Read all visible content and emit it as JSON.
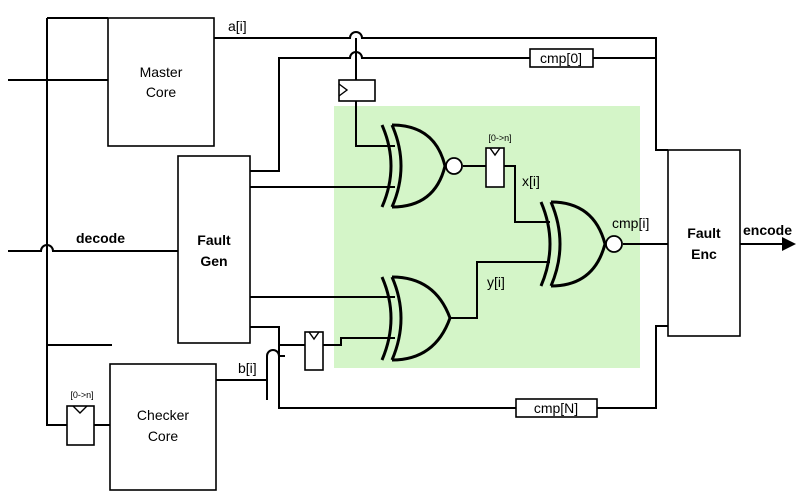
{
  "blocks": {
    "master_core": {
      "line1": "Master",
      "line2": "Core"
    },
    "fault_gen": {
      "line1": "Fault",
      "line2": "Gen"
    },
    "checker_core": {
      "line1": "Checker",
      "line2": "Core"
    },
    "fault_enc": {
      "line1": "Fault",
      "line2": "Enc"
    }
  },
  "signals": {
    "a": "a[i]",
    "b": "b[i]",
    "x": "x[i]",
    "y": "y[i]",
    "cmp_i": "cmp[i]",
    "cmp_0": "cmp[0]",
    "cmp_N": "cmp[N]",
    "decode": "decode",
    "encode": "encode"
  },
  "delays": {
    "top": "[0->n]",
    "checker": "[0->n]"
  },
  "colors": {
    "highlight": "#d4f5c8",
    "wire": "#000000"
  }
}
